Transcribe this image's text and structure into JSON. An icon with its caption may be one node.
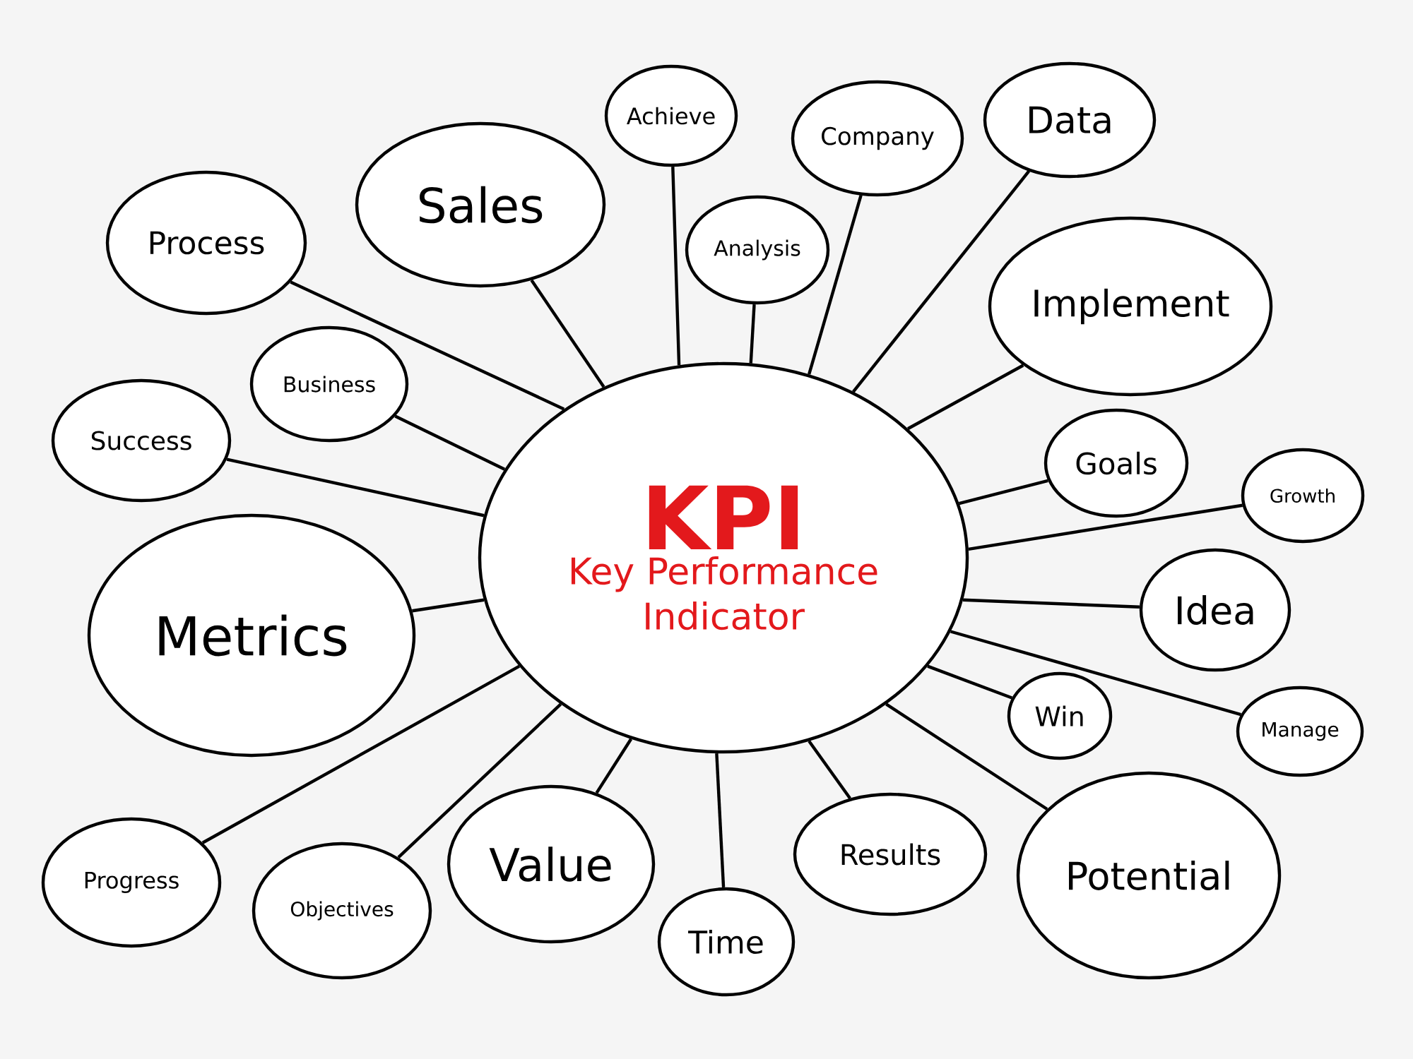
{
  "diagram": {
    "nodes": [
      {
        "text": [
          "KPI",
          "Key Performance Indicator"
        ]
      },
      {
        "text": [
          "Process"
        ]
      },
      {
        "text": [
          "Sales"
        ]
      },
      {
        "text": [
          "Achieve"
        ]
      },
      {
        "text": [
          "Company"
        ]
      },
      {
        "text": [
          "Data"
        ]
      },
      {
        "text": [
          "Analysis"
        ]
      },
      {
        "text": [
          "Implement"
        ]
      },
      {
        "text": [
          "Business"
        ]
      },
      {
        "text": [
          "Success"
        ]
      },
      {
        "text": [
          "Goals"
        ]
      },
      {
        "text": [
          "Growth"
        ]
      },
      {
        "text": [
          "Metrics"
        ]
      },
      {
        "text": [
          "Idea"
        ]
      },
      {
        "text": [
          "Win"
        ]
      },
      {
        "text": [
          "Manage"
        ]
      },
      {
        "text": [
          "Progress"
        ]
      },
      {
        "text": [
          "Objectives"
        ]
      },
      {
        "text": [
          "Value"
        ]
      },
      {
        "text": [
          "Results"
        ]
      },
      {
        "text": [
          "Time"
        ]
      },
      {
        "text": [
          "Potential"
        ]
      }
    ],
    "edges": [
      {
        "from": 0,
        "to": 1,
        "arrow": "none"
      },
      {
        "from": 0,
        "to": 2,
        "arrow": "none"
      },
      {
        "from": 0,
        "to": 3,
        "arrow": "none"
      },
      {
        "from": 0,
        "to": 4,
        "arrow": "none"
      },
      {
        "from": 0,
        "to": 5,
        "arrow": "none"
      },
      {
        "from": 0,
        "to": 6,
        "arrow": "none"
      },
      {
        "from": 0,
        "to": 7,
        "arrow": "none"
      },
      {
        "from": 0,
        "to": 8,
        "arrow": "none"
      },
      {
        "from": 0,
        "to": 9,
        "arrow": "none"
      },
      {
        "from": 0,
        "to": 10,
        "arrow": "none"
      },
      {
        "from": 0,
        "to": 11,
        "arrow": "none"
      },
      {
        "from": 0,
        "to": 12,
        "arrow": "none"
      },
      {
        "from": 0,
        "to": 13,
        "arrow": "none"
      },
      {
        "from": 0,
        "to": 14,
        "arrow": "none"
      },
      {
        "from": 0,
        "to": 15,
        "arrow": "none"
      },
      {
        "from": 0,
        "to": 16,
        "arrow": "none"
      },
      {
        "from": 0,
        "to": 17,
        "arrow": "none"
      },
      {
        "from": 0,
        "to": 18,
        "arrow": "none"
      },
      {
        "from": 0,
        "to": 19,
        "arrow": "none"
      },
      {
        "from": 0,
        "to": 20,
        "arrow": "none"
      },
      {
        "from": 0,
        "to": 21,
        "arrow": "none"
      }
    ]
  }
}
